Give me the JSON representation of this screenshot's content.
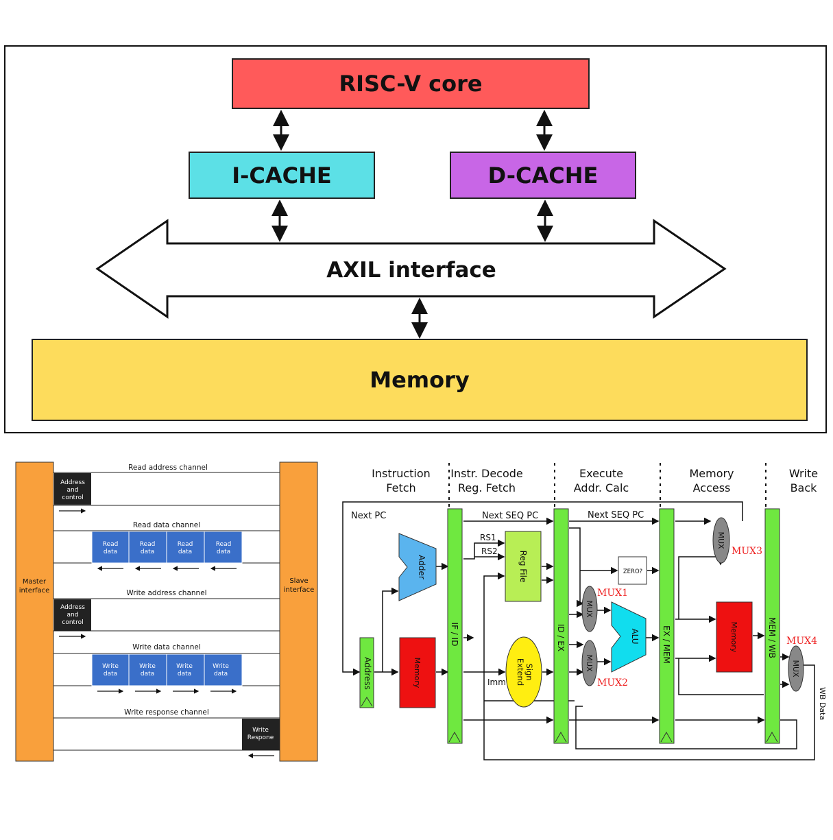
{
  "top": {
    "core": "RISC-V core",
    "icache": "I-CACHE",
    "dcache": "D-CACHE",
    "bus": "AXIL interface",
    "memory": "Memory",
    "colors": {
      "core": "#ff5a5a",
      "icache": "#5ce0e6",
      "dcache": "#c866e6",
      "memory": "#fddc5c"
    }
  },
  "axi": {
    "master": [
      "Master",
      "interface"
    ],
    "slave": [
      "Slave",
      "interface"
    ],
    "channels": {
      "read_address": "Read address channel",
      "read_data": "Read data channel",
      "write_address": "Write address channel",
      "write_data": "Write data channel",
      "write_response": "Write response channel"
    },
    "addr_block": [
      "Address",
      "and",
      "control"
    ],
    "read_block": [
      "Read",
      "data"
    ],
    "write_block": [
      "Write",
      "data"
    ],
    "resp_block": [
      "Write",
      "Respone"
    ]
  },
  "pipe": {
    "stages": [
      [
        "Instruction",
        "Fetch"
      ],
      [
        "Instr. Decode",
        "Reg. Fetch"
      ],
      [
        "Execute",
        "Addr. Calc"
      ],
      [
        "Memory",
        "Access"
      ],
      [
        "Write",
        "Back"
      ]
    ],
    "regs": [
      "IF / ID",
      "ID / EX",
      "EX / MEM",
      "MEM / WB"
    ],
    "next_pc": "Next PC",
    "next_seq_pc": "Next SEQ PC",
    "rs1": "RS1",
    "rs2": "RS2",
    "imm": "Imm",
    "adder": "Adder",
    "reg_file": "Reg File",
    "sign_extend": [
      "Sign",
      "Extend"
    ],
    "memory": "Memory",
    "address": "Address",
    "alu": "ALU",
    "zero": "ZERO?",
    "mux": "MUX",
    "mux_labels": [
      "MUX1",
      "MUX2",
      "MUX3",
      "MUX4"
    ],
    "wb_data": "WB Data"
  }
}
